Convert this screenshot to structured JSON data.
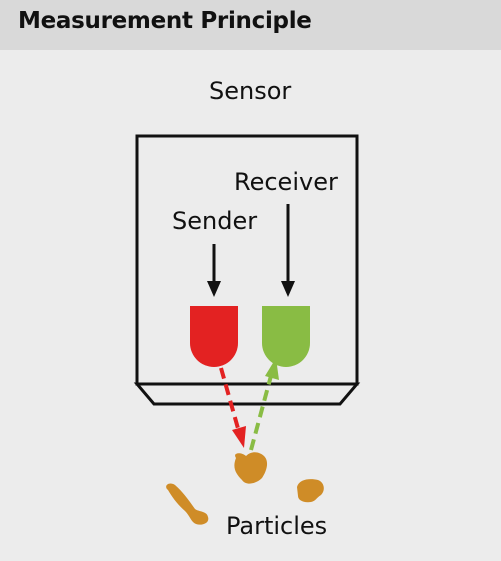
{
  "header": {
    "title": "Measurement Principle"
  },
  "diagram": {
    "sensor_label": "Sensor",
    "receiver_label": "Receiver",
    "sender_label": "Sender",
    "particles_label": "Particles",
    "colors": {
      "sender": "#e32222",
      "receiver": "#89bc44",
      "particle": "#cf8c27",
      "outline": "#111111"
    }
  }
}
